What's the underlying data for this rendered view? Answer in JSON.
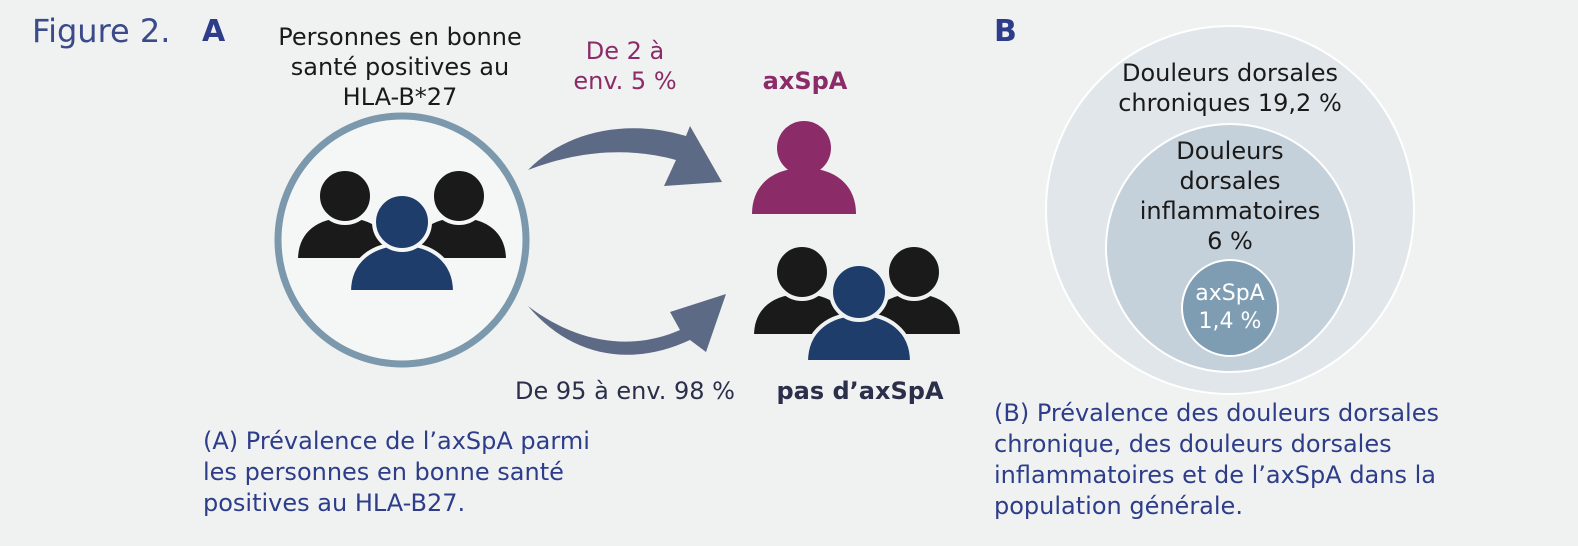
{
  "figure_label": "Figure 2.",
  "panel_a": {
    "letter": "A",
    "group_title": "Personnes en bonne santé positives au HLA-B*27",
    "group_title_lines": [
      "Personnes en bonne",
      "santé positives au",
      "HLA-B*27"
    ],
    "upper_rate_lines": [
      "De 2 à",
      "env. 5 %"
    ],
    "upper_outcome": "axSpA",
    "lower_rate": "De 95 à env. 98 %",
    "lower_outcome": "pas d’axSpA",
    "caption_lines": [
      "(A) Prévalence de l’axSpA parmi",
      "les personnes en bonne santé",
      "positives au HLA-B27."
    ]
  },
  "panel_b": {
    "letter": "B",
    "outer_lines": [
      "Douleurs dorsales",
      "chroniques 19,2 %"
    ],
    "middle_lines": [
      "Douleurs",
      "dorsales",
      "inflammatoires",
      "6 %"
    ],
    "inner_lines": [
      "axSpA",
      "1,4 %"
    ],
    "caption_lines": [
      "(B) Prévalence des douleurs dorsales",
      "chronique, des douleurs dorsales",
      "inflammatoires et de l’axSpA dans la",
      "population générale."
    ]
  },
  "colors": {
    "background": "#f0f2f1",
    "title_blue": "#2e3d8a",
    "purple": "#8b2c68",
    "navy_person": "#1f3d6b",
    "black_person": "#1a1a1a",
    "ring": "#7b98ad",
    "arrow": "#5d6a85",
    "venn_outer": "#e1e6ea",
    "venn_middle": "#c5d1da",
    "venn_inner": "#7e9db3"
  },
  "icons": {
    "group_healthy": "people-group-icon",
    "single_axspa": "person-icon",
    "group_no_axspa": "people-group-icon",
    "arrow_up": "curved-arrow-icon",
    "arrow_down": "curved-arrow-icon"
  }
}
